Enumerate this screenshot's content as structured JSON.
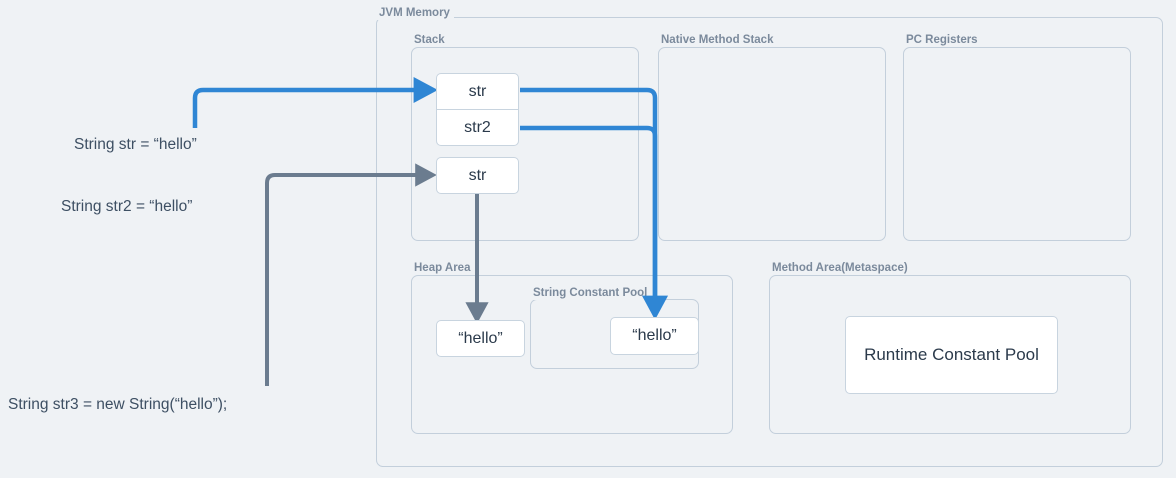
{
  "diagram": {
    "title": "JVM Memory",
    "background_color": "#eff2f5",
    "accent_blue": "#2f86d4",
    "accent_gray": "#6b7c8f",
    "border_color": "#c3cfdb",
    "label_color": "#7b8a9c",
    "text_color": "#2b3a4b"
  },
  "regions": {
    "jvm_memory": "JVM Memory",
    "stack": "Stack",
    "native_method_stack": "Native Method Stack",
    "pc_registers": "PC Registers",
    "heap_area": "Heap Area",
    "string_constant_pool": "String Constant Pool",
    "method_area": "Method Area(Metaspace)"
  },
  "stack_frames": [
    {
      "name": "stack-var-str",
      "label": "str"
    },
    {
      "name": "stack-var-str2",
      "label": "str2"
    },
    {
      "name": "stack-var-str3",
      "label": "str"
    }
  ],
  "heap_objects": {
    "new_string": "“hello”",
    "interned_string": "“hello”"
  },
  "method_area_objects": {
    "runtime_constant_pool": "Runtime Constant Pool"
  },
  "code_labels": [
    {
      "name": "code-line-str",
      "text": "String str = “hello”"
    },
    {
      "name": "code-line-str2",
      "text": "String str2 = “hello”"
    },
    {
      "name": "code-line-str3",
      "text": "String str3 = new String(“hello”);"
    }
  ],
  "connectors": [
    {
      "name": "arrow-str-declaration-to-stack",
      "color": "blue",
      "from": "String str = “hello”",
      "to": "str"
    },
    {
      "name": "arrow-str3-declaration-to-stack",
      "color": "gray",
      "from": "String str3 = new String(“hello”);",
      "to": "str"
    },
    {
      "name": "arrow-str-to-constant-pool",
      "color": "blue",
      "from": "str",
      "to": "“hello”"
    },
    {
      "name": "arrow-str2-to-constant-pool",
      "color": "blue",
      "from": "str2",
      "to": "“hello”"
    },
    {
      "name": "arrow-str3-to-heap-object",
      "color": "gray",
      "from": "str",
      "to": "“hello”"
    }
  ]
}
